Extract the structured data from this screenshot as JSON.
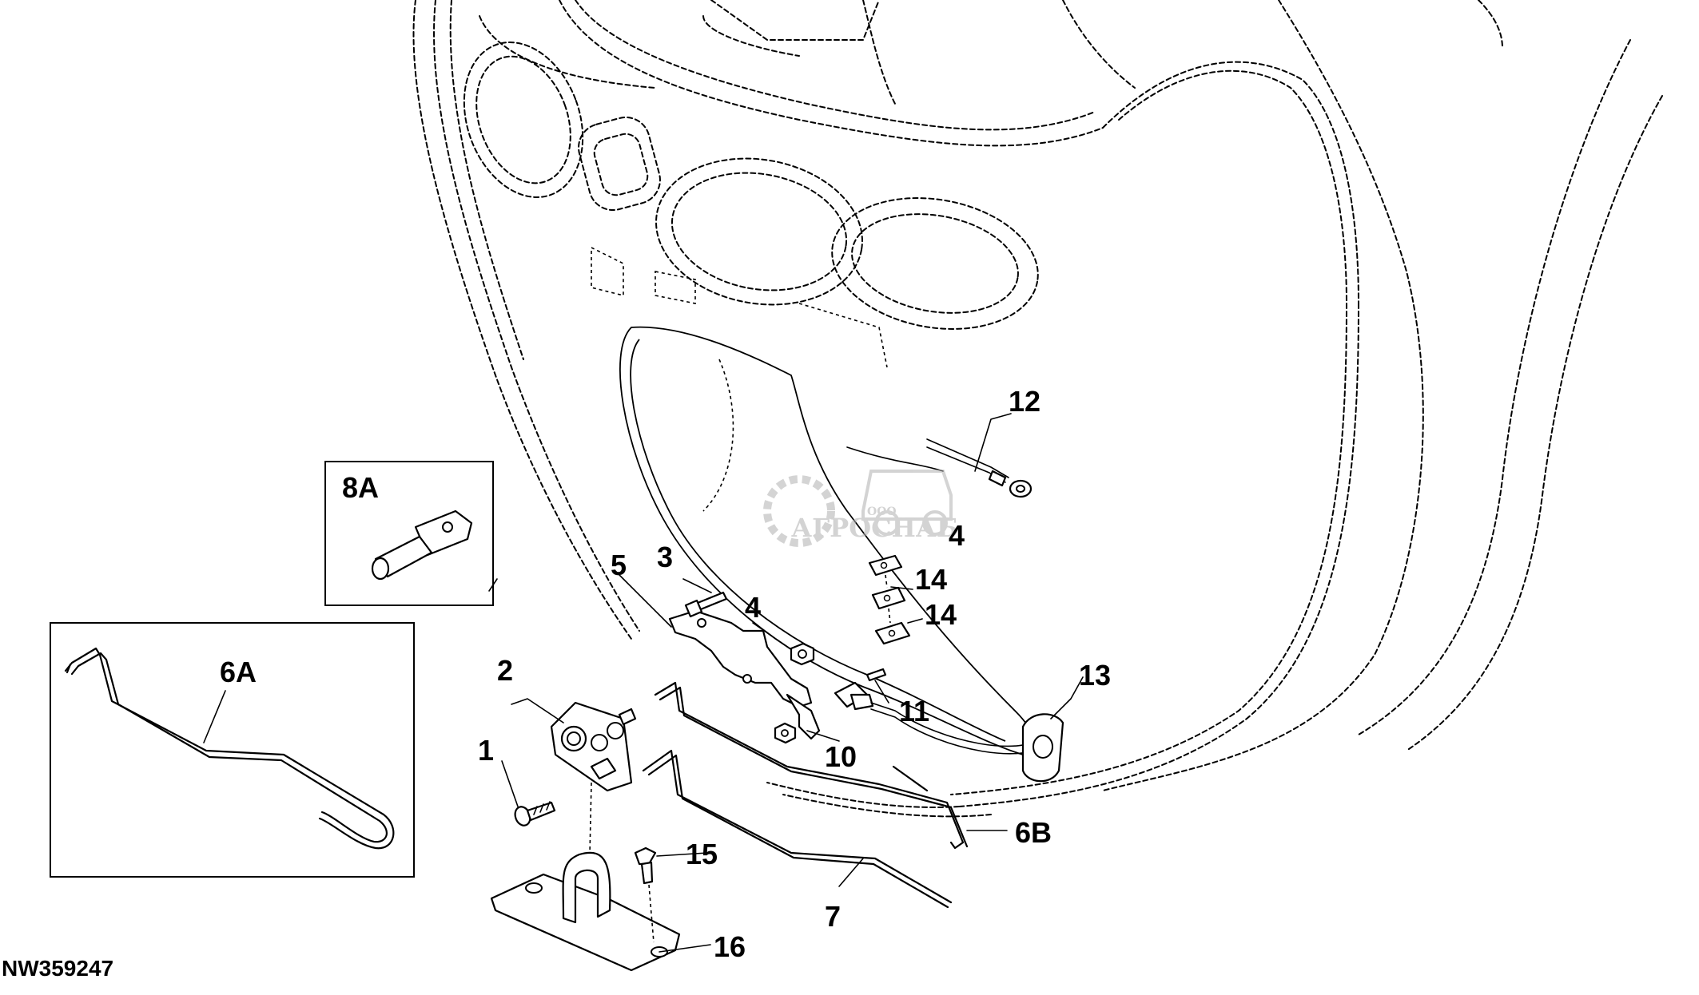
{
  "callouts": {
    "c1": "1",
    "c2": "2",
    "c3": "3",
    "c4a": "4",
    "c4b": "4",
    "c5": "5",
    "c6a": "6A",
    "c6b": "6B",
    "c7": "7",
    "c8a": "8A",
    "c10": "10",
    "c11": "11",
    "c12": "12",
    "c13": "13",
    "c14a": "14",
    "c14b": "14",
    "c15": "15",
    "c16": "16"
  },
  "figure_id": "NW359247",
  "watermark": {
    "small": "ООО",
    "main": "АГРОСНАБ"
  }
}
